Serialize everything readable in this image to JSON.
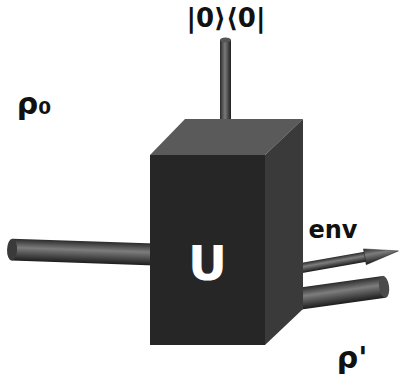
{
  "diagram": {
    "nodes": [
      {
        "text": [
          "U"
        ]
      }
    ],
    "labels": [
      "|0⟩⟨0|",
      "ρ₀",
      "env",
      "ρ'"
    ]
  }
}
